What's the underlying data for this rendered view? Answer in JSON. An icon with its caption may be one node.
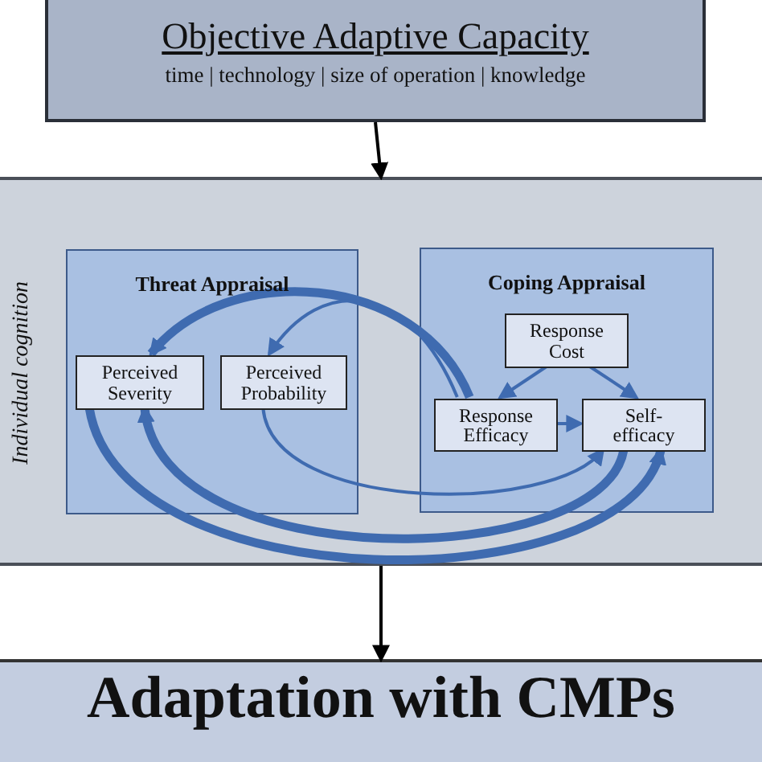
{
  "diagram": {
    "nodes": [
      {
        "text": [
          "Objective Adaptive Capacity",
          "time | technology | size of operation | knowledge"
        ]
      },
      {
        "text": [
          "Individual cognition"
        ]
      },
      {
        "text": [
          "Threat Appraisal"
        ],
        "in": 1
      },
      {
        "text": [
          "Perceived Severity"
        ],
        "in": 2
      },
      {
        "text": [
          "Perceived Probability"
        ],
        "in": 2
      },
      {
        "text": [
          "Coping Appraisal"
        ],
        "in": 1
      },
      {
        "text": [
          "Response Cost"
        ],
        "in": 5
      },
      {
        "text": [
          "Response Efficacy"
        ],
        "in": 5
      },
      {
        "text": [
          "Self-efficacy"
        ],
        "in": 5
      },
      {
        "text": [
          "Adaptation with CMPs"
        ]
      }
    ],
    "edges": [
      {
        "from": 0,
        "to": 1,
        "arrow": "to",
        "color": "#000000"
      },
      {
        "from": 6,
        "to": 7,
        "arrow": "to"
      },
      {
        "from": 6,
        "to": 8,
        "arrow": "to"
      },
      {
        "from": 7,
        "to": 8,
        "arrow": "to"
      },
      {
        "from": 7,
        "to": 3,
        "arrow": "to",
        "style": "thick"
      },
      {
        "from": 7,
        "to": 4,
        "arrow": "to"
      },
      {
        "from": 3,
        "to": 8,
        "arrow": "to",
        "style": "thick"
      },
      {
        "from": 4,
        "to": 8,
        "arrow": "to"
      },
      {
        "from": 8,
        "to": 3,
        "arrow": "to",
        "style": "thick"
      },
      {
        "from": 1,
        "to": 9,
        "arrow": "to",
        "color": "#000000"
      }
    ]
  }
}
